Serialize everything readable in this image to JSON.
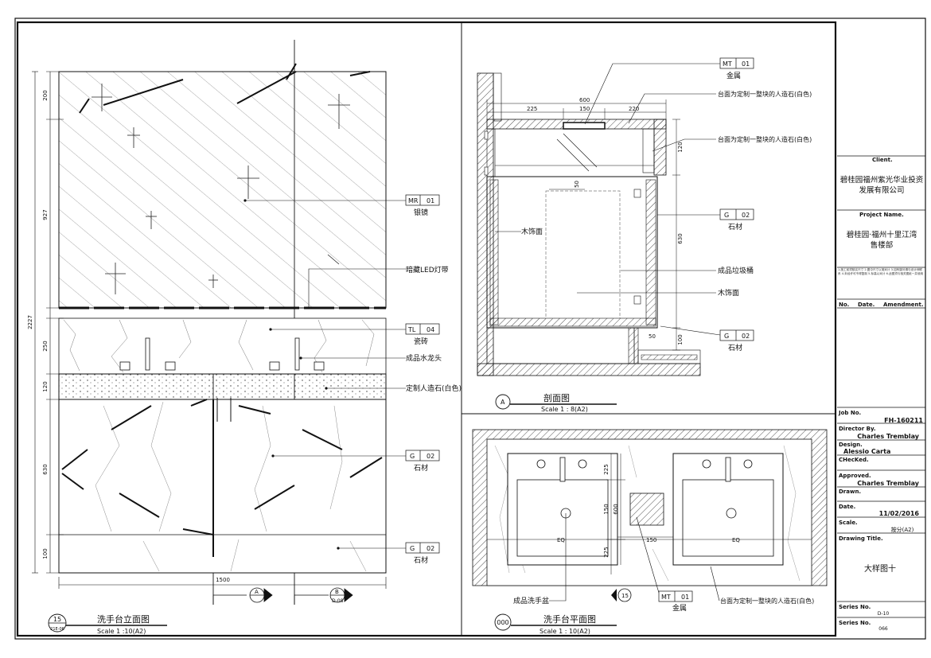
{
  "elevation": {
    "title": "洗手台立面图",
    "scale": "Scale 1 :10(A2)",
    "number": "15",
    "ref": "21E-06",
    "dims": [
      "200",
      "927",
      "250",
      "120",
      "630",
      "100",
      "2227",
      "1500"
    ],
    "labels": {
      "mirror_code": "MR",
      "mirror_num": "01",
      "mirror": "银镜",
      "led": "暗藏LED灯带",
      "tile_code": "TL",
      "tile_num": "04",
      "tile": "瓷砖",
      "faucet": "成品水龙头",
      "stone_white": "定制人造石(白色)",
      "g_code": "G",
      "g_num": "02",
      "stone": "石材"
    },
    "markers": {
      "a": "A",
      "b": "B",
      "b_ref": "D-08"
    }
  },
  "section": {
    "title": "剖面图",
    "scale": "Scale 1 : 8(A2)",
    "marker": "A",
    "dims": [
      "600",
      "225",
      "150",
      "220",
      "120",
      "50",
      "630",
      "100",
      "50"
    ],
    "labels": {
      "mt_code": "MT",
      "mt_num": "01",
      "metal": "金属",
      "top1": "台面为定制一整块的人造石(白色)",
      "top2": "台面为定制一整块的人造石(白色)",
      "g_code": "G",
      "g_num": "02",
      "stone": "石材",
      "wood": "木饰面",
      "bin": "成品垃圾桶",
      "wood2": "木饰面"
    }
  },
  "plan": {
    "title": "洗手台平面图",
    "scale": "Scale 1 : 10(A2)",
    "number": "000",
    "dims": [
      "225",
      "150",
      "225",
      "600",
      "150"
    ],
    "eq": "EQ",
    "labels": {
      "basin": "成品洗手盆",
      "mt_code": "MT",
      "mt_num": "01",
      "metal": "金属",
      "top": "台面为定制一整块的人造石(白色)"
    },
    "marker": "15"
  },
  "titleblock": {
    "client_label": "Client.",
    "client": [
      "碧桂园福州紫光华业投资",
      "发展有限公司"
    ],
    "project_label": "Project Name.",
    "project": [
      "碧桂园·福州十里江湾",
      "售楼部"
    ],
    "notes": "1.施工前须核实尺寸 2.图中尺寸以毫米计 3.如有疑问请与设计师联系 4.未经许可不得复制 5.标高以米计 6.此图须与相关图纸一并使用",
    "amend_no": "No.",
    "amend_date": "Date.",
    "amend_label": "Amendment.",
    "job_label": "Job No.",
    "job": "FH-160211",
    "director_label": "Director By.",
    "director": "Charles Tremblay",
    "design_label": "Design.",
    "design": "Alessio Carta",
    "checked_label": "CHecKed.",
    "approved_label": "Approved.",
    "approved": "Charles Tremblay",
    "drawn_label": "Drawn.",
    "date_label": "Date.",
    "date": "11/02/2016",
    "scale_label": "Scale.",
    "scale": "按分(A2)",
    "drawing_title_label": "Drawing Title.",
    "drawing_title": "大样图十",
    "series_label": "Series No.",
    "series": "D-10",
    "series2_label": "Series No.",
    "series2": "066"
  }
}
